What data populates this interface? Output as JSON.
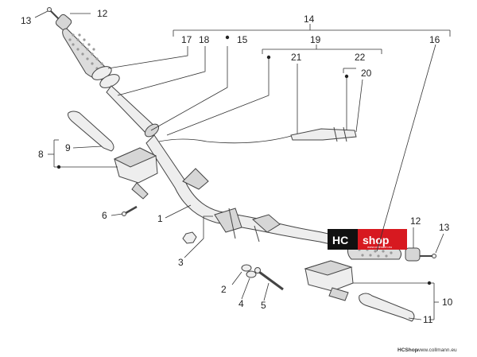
{
  "labels": {
    "n1": "1",
    "n2": "2",
    "n3": "3",
    "n4": "4",
    "n5": "5",
    "n6": "6",
    "n8": "8",
    "n9": "9",
    "n10": "10",
    "n11": "11",
    "n12a": "12",
    "n12b": "12",
    "n13a": "13",
    "n13b": "13",
    "n14": "14",
    "n15": "15",
    "n16": "16",
    "n17": "17",
    "n18": "18",
    "n19": "19",
    "n20": "20",
    "n21": "21",
    "n22": "22"
  },
  "watermark": {
    "left": "HC",
    "right": "shop",
    "url": "www.collmann.eu"
  },
  "footer": {
    "brand": "HCShop",
    "url": "www.collmann.eu"
  },
  "colors": {
    "watermark_red": "#d71920",
    "watermark_black": "#111111"
  }
}
